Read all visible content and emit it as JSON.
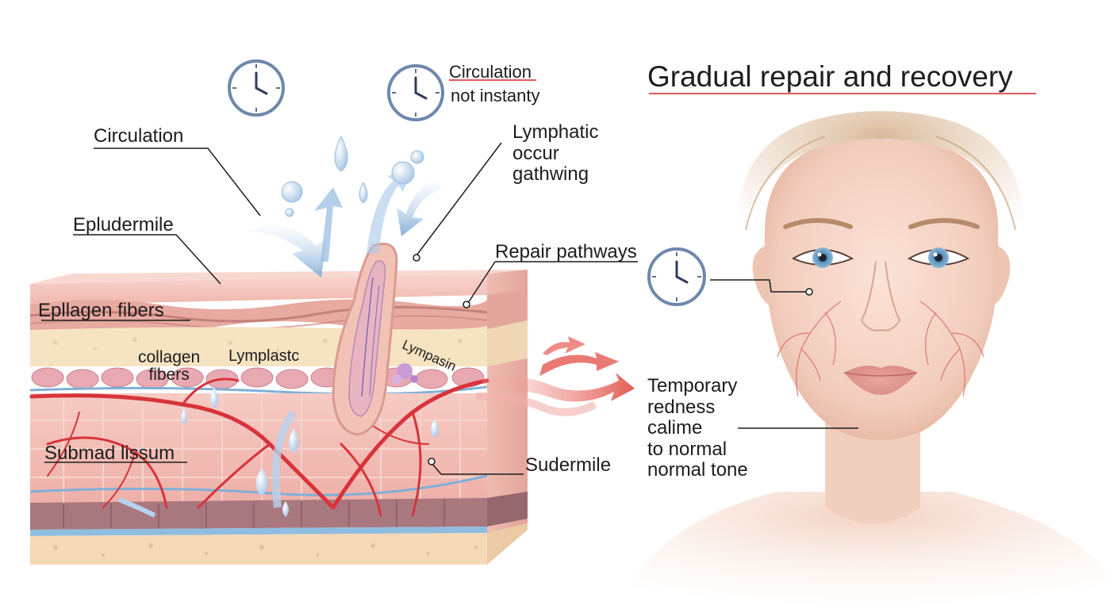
{
  "title": "Gradual repair and recovery",
  "accent_color": "#e25a5a",
  "labels": {
    "circulation_top": "Circulation",
    "not_instanty": "not instanty",
    "circulation_left": "Circulation",
    "epludermile": "Epludermile",
    "epllagen_fibers": "Epllagen fibers",
    "collagen_fibers_1": "collagen",
    "collagen_fibers_2": "fibers",
    "lymplastc": "Lymplastc",
    "lympasin": "Lympasin",
    "submad_lissum": "Submad lissum",
    "lymphatic_1": "Lymphatic",
    "lymphatic_2": "occur",
    "lymphatic_3": "gathwing",
    "repair_pathways": "Repair pathways",
    "sudermile": "Sudermile",
    "temporary_1": "Temporary",
    "temporary_2": "redness",
    "temporary_3": "calime",
    "temporary_4": "to normal",
    "temporary_5": "normal tone"
  },
  "icons": [
    "clock-icon",
    "clock-icon",
    "clock-icon",
    "water-droplet-icon",
    "face-illustration"
  ]
}
